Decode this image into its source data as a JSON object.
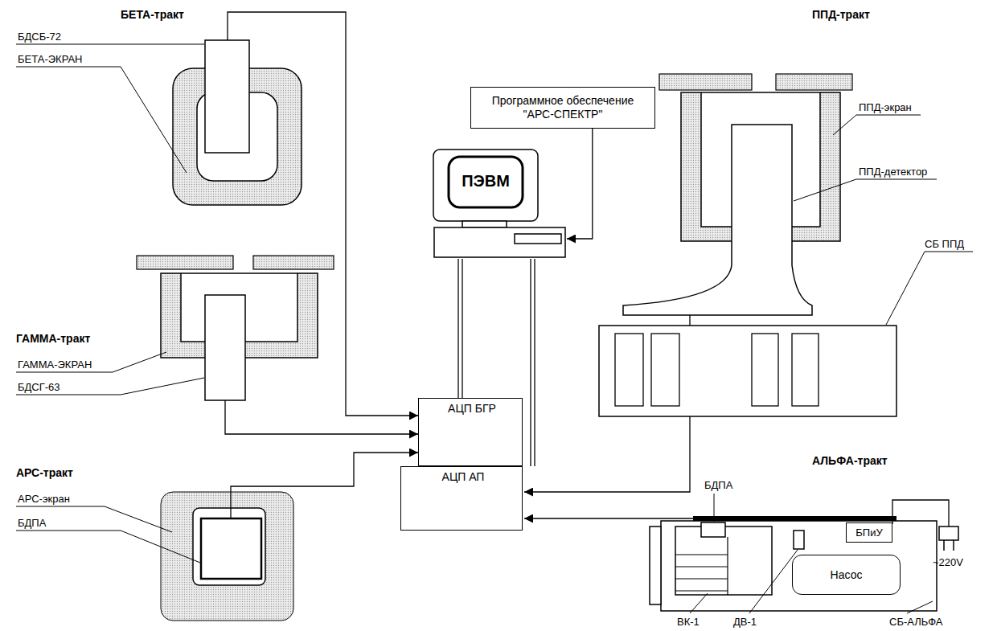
{
  "diagram": {
    "nodes": [
      {
        "text": [
          "Программное обеспечение \"АРС-СПЕКТР\""
        ]
      },
      {
        "text": [
          "ПЭВМ"
        ]
      },
      {
        "text": [
          "АЦП БГР"
        ]
      },
      {
        "text": [
          "АЦП АП"
        ]
      },
      {
        "text": [
          "БПиУ"
        ]
      },
      {
        "text": [
          "Насос"
        ]
      }
    ],
    "edges": [
      {
        "from": 0,
        "to": 1,
        "arrow": "to"
      },
      {
        "from": 1,
        "to": 2,
        "arrow": "none"
      },
      {
        "from": 1,
        "to": 3,
        "arrow": "none"
      }
    ],
    "labels": [
      "БЕТА-тракт",
      "БДСБ-72",
      "БЕТА-ЭКРАН",
      "ГАММА-тракт",
      "ГАММА-ЭКРАН",
      "БДСГ-63",
      "АРС-тракт",
      "АРС-экран",
      "БДПА",
      "ППД-тракт",
      "ППД-экран",
      "ППД-детектор",
      "СБ ППД",
      "АЛЬФА-тракт",
      "БДПА",
      "ВК-1",
      "ДВ-1",
      "СБ-АЛЬФА",
      "~220V"
    ]
  }
}
